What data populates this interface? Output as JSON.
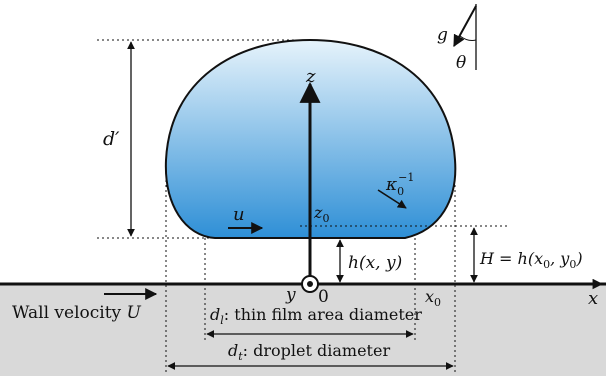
{
  "colors": {
    "droplet_top": "#e6f3fb",
    "droplet_bottom": "#2e8fd6",
    "ground": "#d9d9d9",
    "stroke": "#111111"
  },
  "labels": {
    "g": "g",
    "theta": "θ",
    "d_prime": "d′",
    "z_axis": "z",
    "u": "u",
    "z0": "z",
    "z0_sub": "0",
    "kappa": "κ",
    "kappa_sub": "0",
    "kappa_sup": "−1",
    "h_expr": "h(x, y)",
    "H_expr": "H = h(x",
    "H_expr_sub": "0",
    "H_expr_mid": ", y",
    "H_expr_end": ")",
    "y_axis": "y",
    "origin": "0",
    "x0": "x",
    "x0_sub": "0",
    "x_axis": "x",
    "wall_velocity": "Wall velocity",
    "wall_velocity_U": "U",
    "thin_film_d": "d",
    "thin_film_sub": "l",
    "thin_film_text": ": thin film area diameter",
    "droplet_d": "d",
    "droplet_sub": "t",
    "droplet_text": ": droplet diameter"
  }
}
